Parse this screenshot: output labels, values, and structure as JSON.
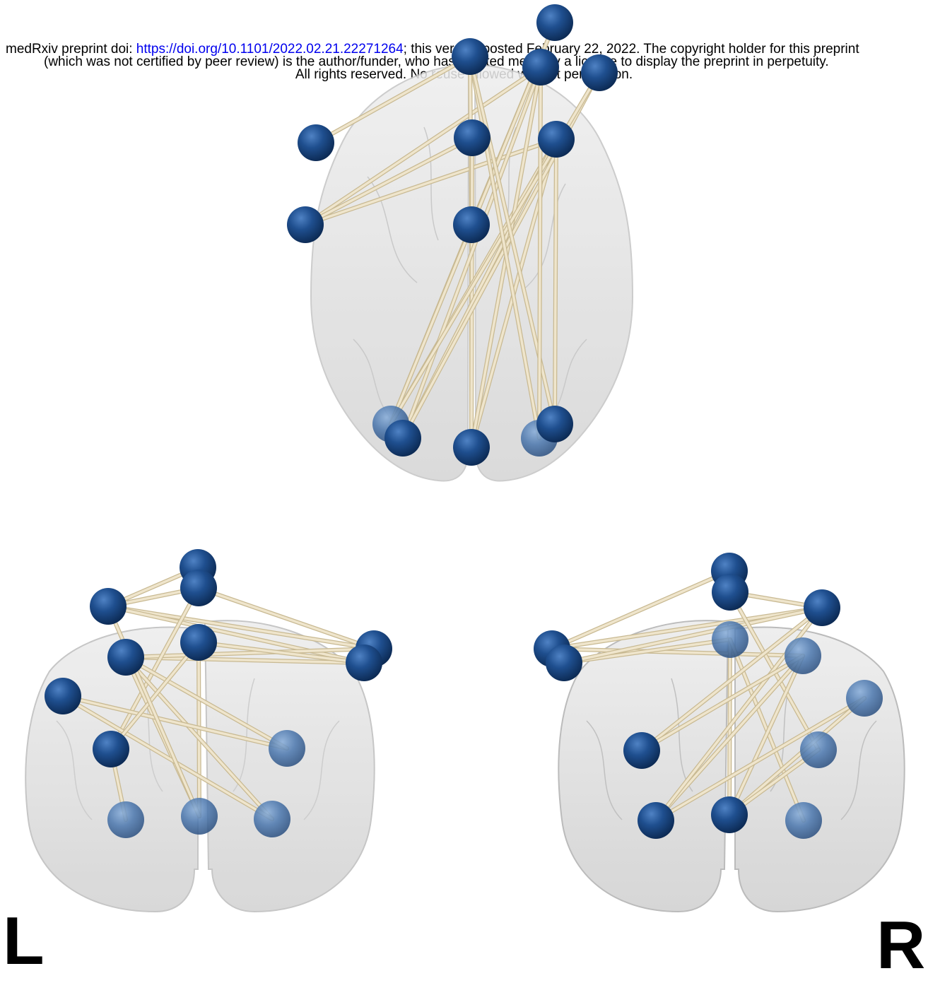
{
  "header": {
    "line1_prefix": "medRxiv preprint doi: ",
    "doi_link": "https://doi.org/10.1101/2022.02.21.22271264",
    "line1_suffix": "; this version posted February 22, 2022. The copyright holder for this preprint",
    "line2": "(which was not certified by peer review) is the author/funder, who has granted medRxiv a license to display the preprint in perpetuity.",
    "line3": "All rights reserved. No reuse allowed without permission."
  },
  "labels": {
    "left": "L",
    "right": "R"
  },
  "colors": {
    "node": "#1f4f8f",
    "node_dark": "#0e2f5c",
    "node_highlight": "#6f9fd6",
    "edge": "#e8dcbf",
    "edge_stroke": "#c8b992",
    "brain_fill": "#d9d9d9",
    "brain_outline": "#bdbdbd"
  },
  "views": [
    {
      "name": "axial-top-view",
      "brain": "axial"
    },
    {
      "name": "left-lateral-view",
      "brain": "coronal-left"
    },
    {
      "name": "right-lateral-view",
      "brain": "coronal-right"
    }
  ]
}
